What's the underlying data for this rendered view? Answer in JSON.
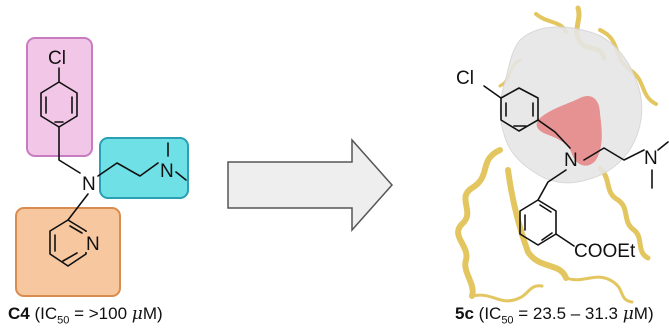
{
  "compound_left": {
    "label": "C4",
    "ic_prefix": "IC",
    "ic_sub": "50",
    "ic_value": " = >100 ",
    "unit_mu": "μ",
    "unit_m": "M",
    "open": " (",
    "close": ")",
    "atoms": {
      "chlorine": "Cl",
      "amine": "N",
      "dimethylamine": "N",
      "pyridine_n": "N"
    }
  },
  "compound_right": {
    "label": "5c",
    "ic_prefix": "IC",
    "ic_sub": "50",
    "ic_value": " = 23.5 – 31.3 ",
    "unit_mu": "μ",
    "unit_m": "M",
    "open": " (",
    "close": ")",
    "atoms": {
      "chlorine": "Cl",
      "amine": "N",
      "dimethylamine": "N",
      "ester": "COOEt"
    }
  },
  "colors": {
    "chlorophenyl_box": "#f2c6e6",
    "dimethylamine_box": "#6fe0e6",
    "pyridine_box": "#f7c79f",
    "protein_ribbon": "#e8cf6a",
    "protein_surface": "#e6e6e6",
    "pocket": "#e58383",
    "arrow_fill": "#eeeeee"
  }
}
